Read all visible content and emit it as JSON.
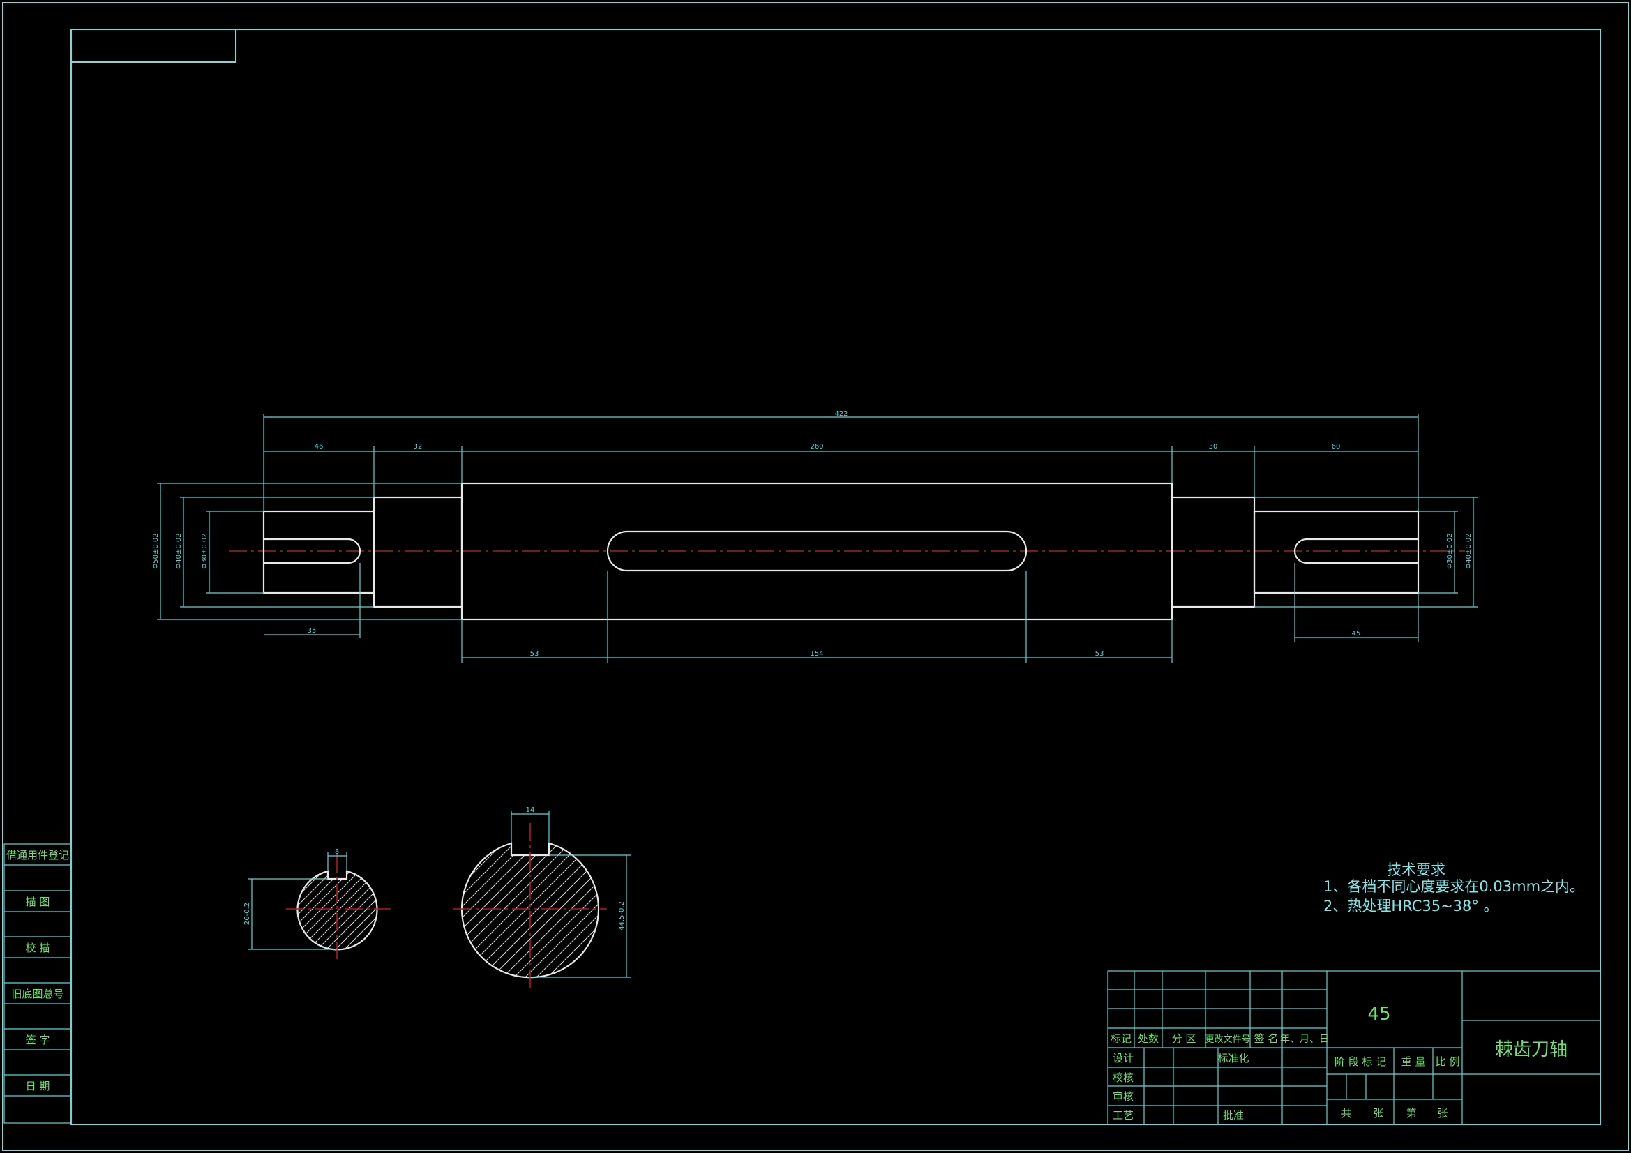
{
  "drawing": {
    "title": "棘齿刀轴",
    "material": "45"
  },
  "tech_requirements": {
    "heading": "技术要求",
    "items": [
      "1、各档不同心度要求在0.03mm之内。",
      "2、热处理HRC35~38°  。"
    ]
  },
  "left_strip": {
    "items": [
      "借通用件登记",
      "描  图",
      "校  描",
      "旧底图总号",
      "签  字",
      "日  期"
    ]
  },
  "title_block": {
    "rev_headers": [
      "标记",
      "处数",
      "分 区",
      "更改文件号",
      "签 名",
      "年、月、日"
    ],
    "roles": [
      "设计",
      "校核",
      "审核",
      "工艺"
    ],
    "standardization": "标准化",
    "approve": "批准",
    "stage_headers": [
      "阶 段 标 记",
      "重 量",
      "比 例"
    ],
    "sheet_labels": [
      "共",
      "张",
      "第",
      "张"
    ]
  },
  "dimensions": {
    "overall": "422",
    "seg_left_end": "46",
    "seg_left_shoulder": "32",
    "seg_middle": "260",
    "seg_right_shoulder": "30",
    "seg_right_end": "60",
    "key_left": "35",
    "key_right": "45",
    "slot_before": "53",
    "slot_length": "154",
    "slot_after": "53",
    "dia_outer_left": "Φ50±0.02",
    "dia_shoulder_left": "Φ40±0.02",
    "dia_end_left": "Φ30±0.02",
    "dia_end_right": "Φ30±0.02",
    "dia_shoulder_right": "Φ40±0.02",
    "sec_small_key": "8",
    "sec_small_depth": "26-0.2",
    "sec_large_key": "14",
    "sec_large_depth": "44.5-0.2"
  }
}
